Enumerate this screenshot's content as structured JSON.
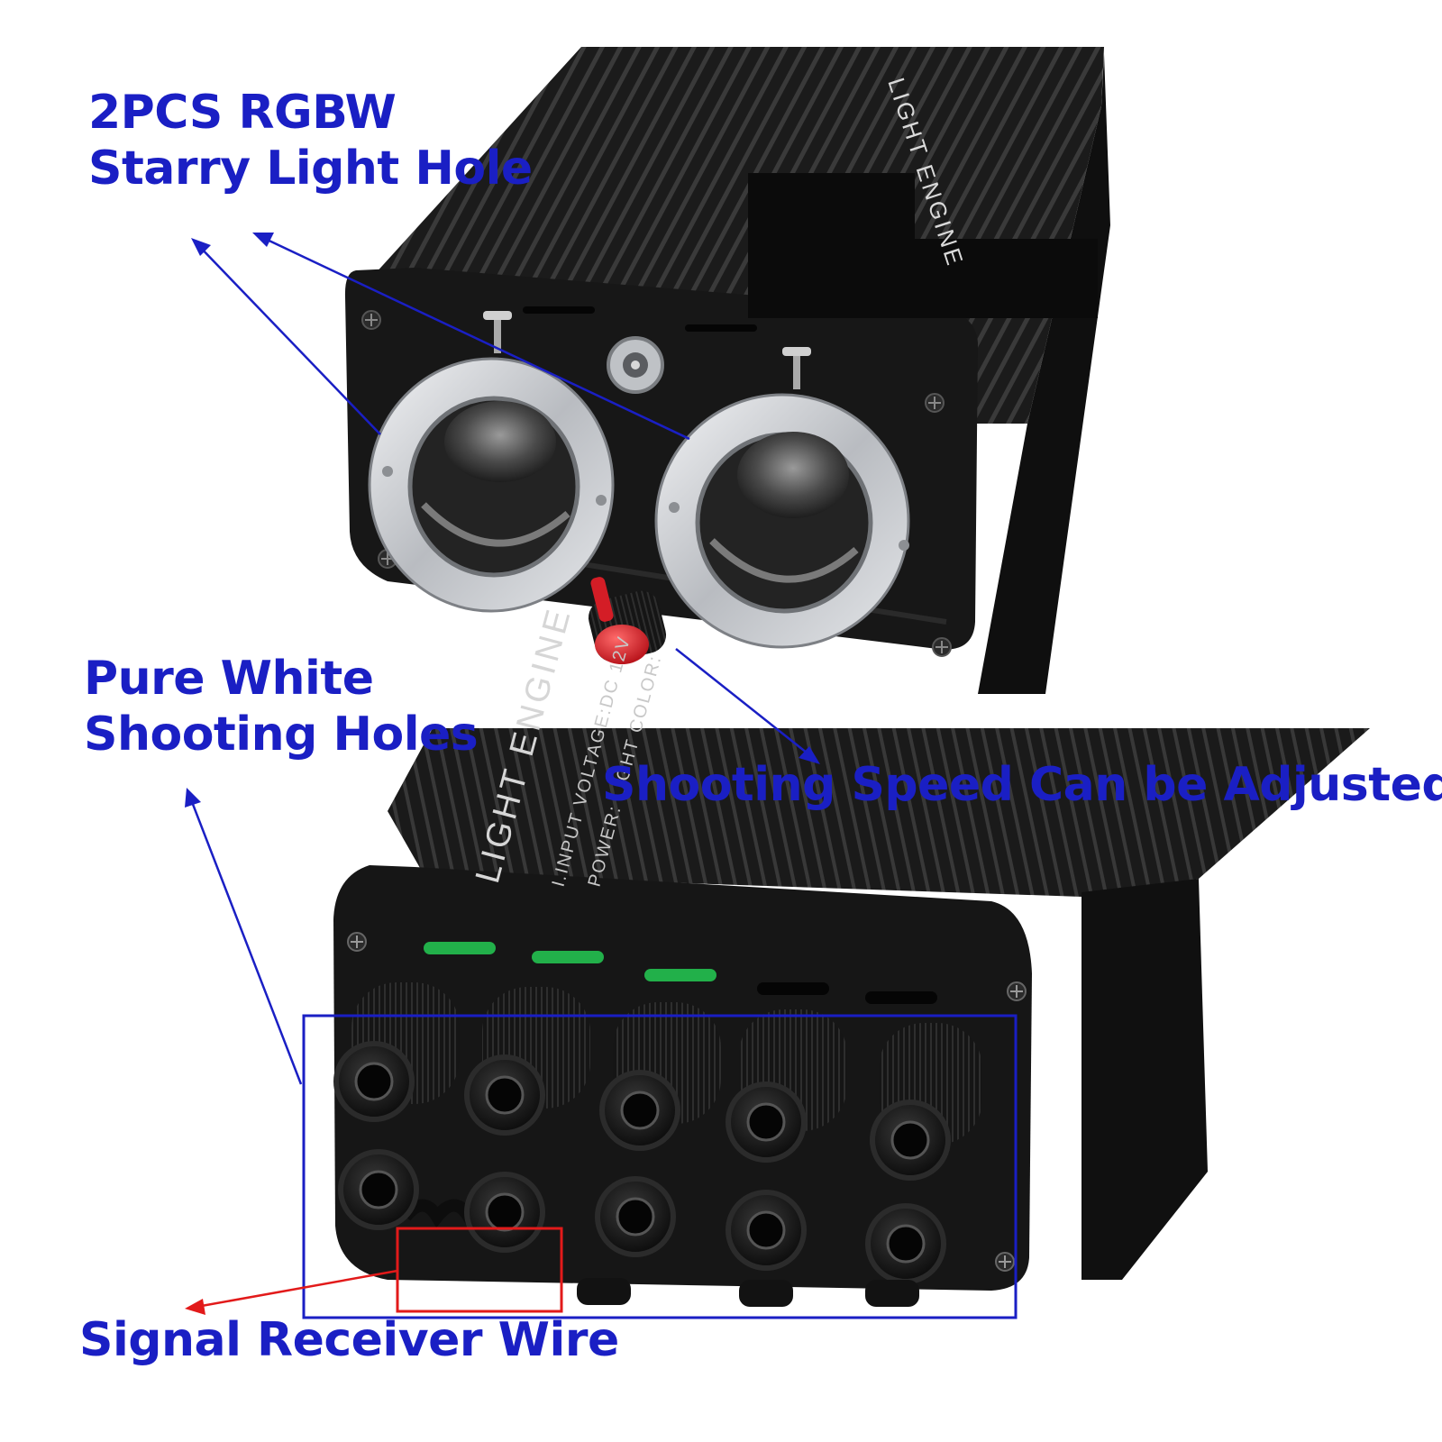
{
  "annotations": {
    "rgbw_holes": {
      "line1": "2PCS RGBW",
      "line2": "Starry Light Hole"
    },
    "white_holes": {
      "line1": "Pure White",
      "line2": "Shooting Holes"
    },
    "speed": {
      "text": "Shooting Speed Can be Adjusted"
    },
    "signal_wire": {
      "text": "Signal Receiver Wire"
    }
  },
  "device_print": {
    "top_brand": "LIGHT ENGINE",
    "bottom_brand": "LIGHT ENGINE",
    "bottom_line1": "I.INPUT VOLTAGE:DC 12V",
    "bottom_line2": "POWER: LIGHT COLOR:"
  },
  "colors": {
    "annotation_text": "#1a1fc4",
    "annotation_arrow": "#1a1fc4",
    "signal_marker": "#e21a1a",
    "housing": "#151515",
    "ring": "#c9ccd0",
    "led": "#22b04a",
    "knob": "#e0232b"
  },
  "icons": {
    "arrow": "arrow-icon",
    "screw": "screw-icon",
    "knob": "speed-knob-icon",
    "port": "fiber-port-icon"
  }
}
